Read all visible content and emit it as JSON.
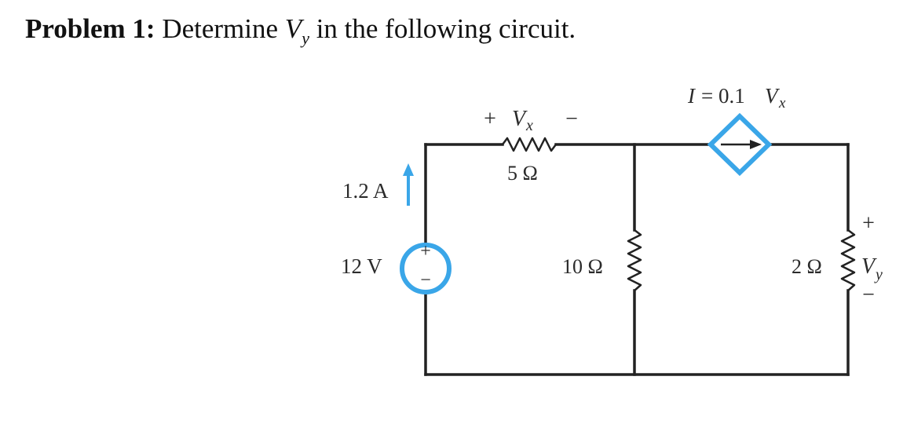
{
  "problem": {
    "label": "Problem 1:",
    "text_before": "Determine",
    "var": "V",
    "var_sub": "y",
    "text_after": "in the following circuit."
  },
  "circuit": {
    "source_current": "1.2 A",
    "source_voltage": "12 V",
    "source_plus": "+",
    "source_minus": "−",
    "r1": {
      "value": "5 Ω",
      "vx_plus": "+",
      "vx_var": "V",
      "vx_sub": "x",
      "vx_minus": "−"
    },
    "r2": {
      "value": "10 Ω"
    },
    "r3": {
      "value": "2 Ω",
      "vy_plus": "+",
      "vy_var": "V",
      "vy_sub": "y",
      "vy_minus": "−"
    },
    "dependent_source": {
      "prefix_var": "I",
      "middle": "= 0.1",
      "var": "V",
      "var_sub": "x"
    },
    "colors": {
      "wire": "#222222",
      "source_accent": "#3aa6e8"
    }
  }
}
